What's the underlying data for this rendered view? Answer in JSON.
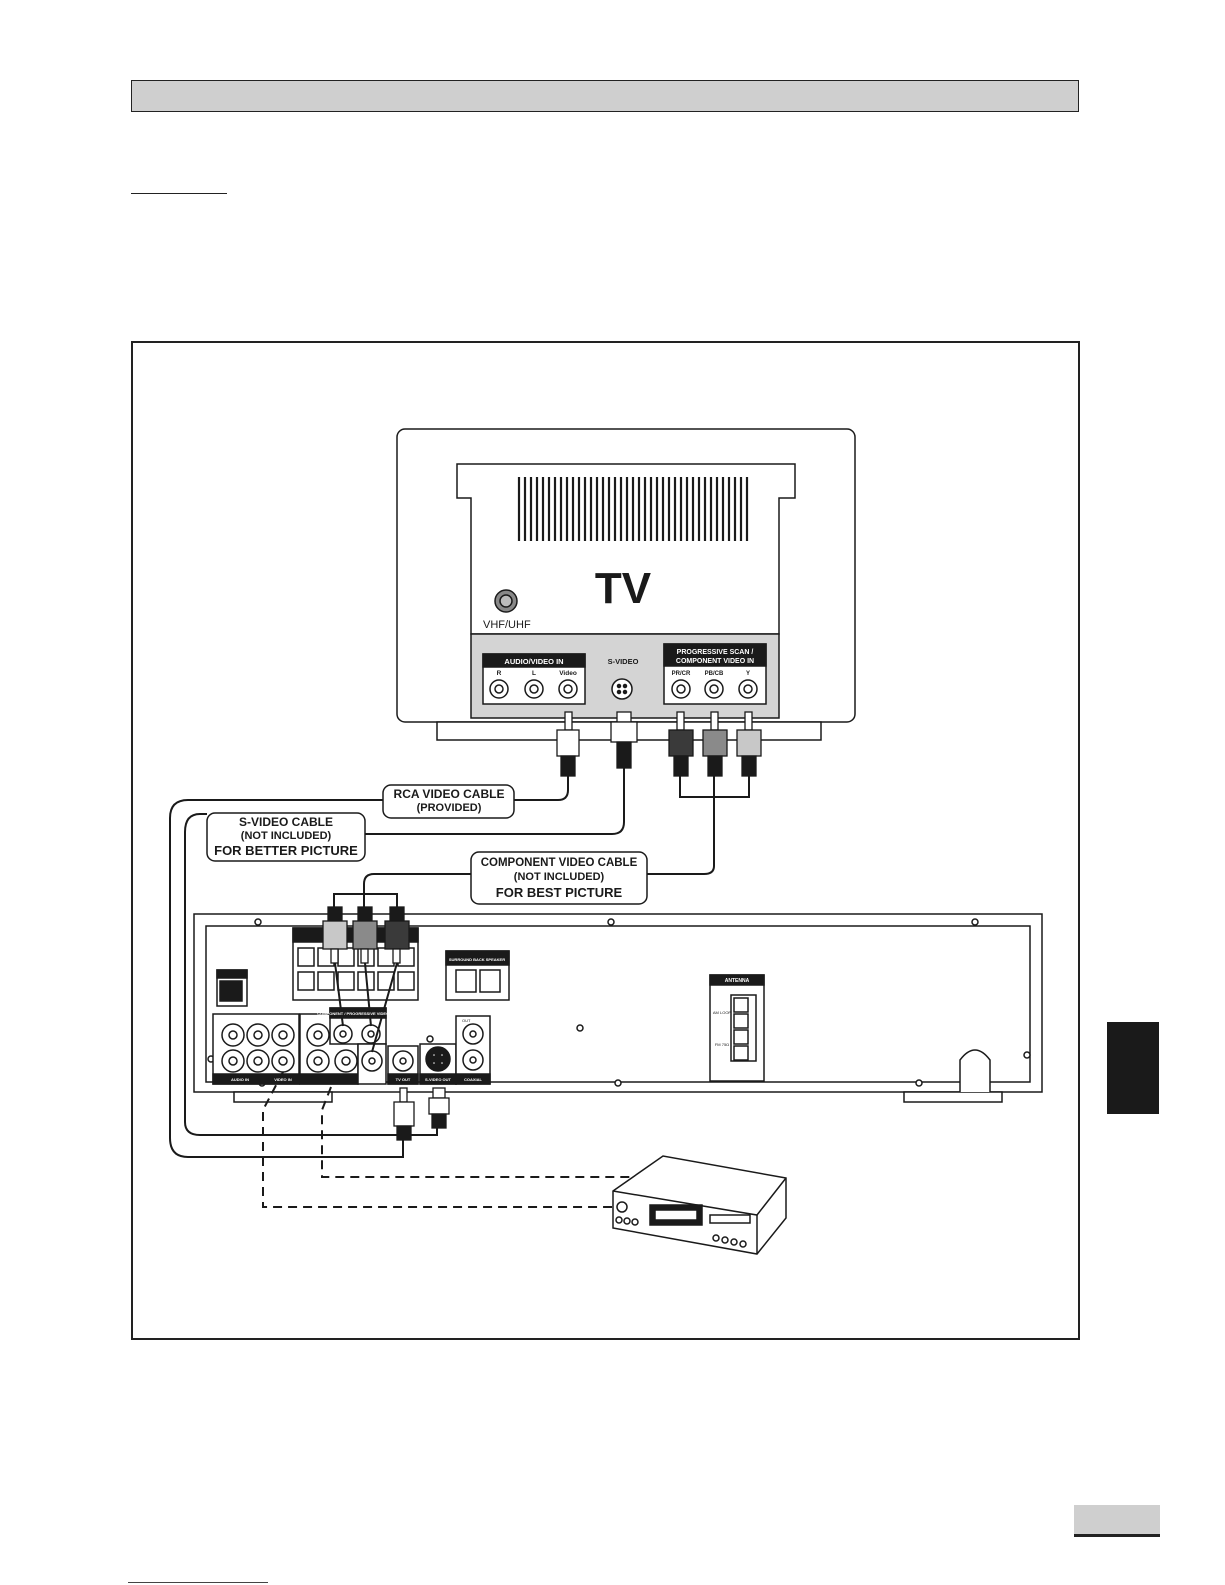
{
  "tv": {
    "title": "TV",
    "vhf_label": "VHF/UHF",
    "av_in_label": "AUDIO/VIDEO IN",
    "av_jacks": [
      "R",
      "L",
      "Video"
    ],
    "svideo_label": "S-VIDEO",
    "component_label_1": "PROGRESSIVE SCAN /",
    "component_label_2": "COMPONENT VIDEO IN",
    "component_jacks": [
      "PR/CR",
      "PB/CB",
      "Y"
    ]
  },
  "cables": {
    "rca": {
      "line1": "RCA VIDEO CABLE",
      "line2": "(PROVIDED)"
    },
    "svideo": {
      "line1": "S-VIDEO CABLE",
      "line2": "(NOT INCLUDED)",
      "line3": "FOR BETTER PICTURE"
    },
    "component": {
      "line1": "COMPONENT VIDEO CABLE",
      "line2": "(NOT INCLUDED)",
      "line3": "FOR BEST PICTURE"
    }
  },
  "receiver": {
    "antenna_label": "ANTENNA",
    "am_loop": "AM LOOP",
    "fm_75": "FM 75Ω",
    "surround_back": "SURROUND BACK SPEAKER",
    "component_out": "COMPONENT / PROGRESSIVE VIDEO OUT",
    "audio_in": "AUDIO IN",
    "video_in": "VIDEO IN",
    "tv_out": "TV OUT",
    "svideo_out": "S-VIDEO OUT",
    "coaxial": "COAXIAL",
    "out": "OUT"
  },
  "colors": {
    "line": "#1a1a1a",
    "panel": "#d4d4d4",
    "header_fill": "#cfcfcf",
    "plug_dark": "#3a3a3a",
    "plug_mid": "#8a8a8a",
    "plug_light": "#c8c8c8"
  }
}
